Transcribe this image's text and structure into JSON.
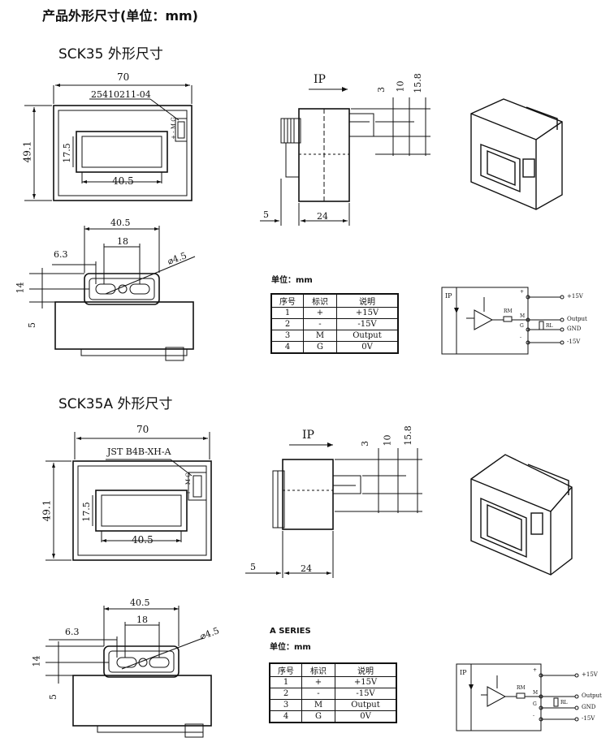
{
  "page_title": "产品外形尺寸(单位：mm)",
  "sections": [
    {
      "title": "SCK35 外形尺寸",
      "front": {
        "width": "70",
        "height": "49.1",
        "part_no": "25410211-04",
        "hole_w": "40.5",
        "hole_h": "17.5",
        "pins": "+ - M G"
      },
      "side": {
        "current": "IP",
        "dim1": "3",
        "dim2": "10",
        "dim3": "15.8",
        "offset": "5",
        "depth": "24"
      },
      "bottom": {
        "w1": "40.5",
        "w2": "18",
        "w3": "6.3",
        "hole": "⌀4.5",
        "h1": "14",
        "h2": "5"
      },
      "unit_label": "单位：mm",
      "series_label": "",
      "table": {
        "headers": [
          "序号",
          "标识",
          "说明"
        ],
        "rows": [
          [
            "1",
            "+",
            "+15V"
          ],
          [
            "2",
            "-",
            "-15V"
          ],
          [
            "3",
            "M",
            "Output"
          ],
          [
            "4",
            "G",
            "0V"
          ]
        ]
      },
      "circuit": {
        "ip": "IP",
        "labels": [
          "+15V",
          "Output",
          "GND",
          "-15V"
        ],
        "rm": "RM",
        "rl": "RL",
        "pins": [
          "+",
          "M",
          "G",
          "-"
        ]
      }
    },
    {
      "title": "SCK35A 外形尺寸",
      "front": {
        "width": "70",
        "height": "49.1",
        "part_no": "JST B4B-XH-A",
        "hole_w": "40.5",
        "hole_h": "17.5",
        "pins": "+ - M G"
      },
      "side": {
        "current": "IP",
        "dim1": "3",
        "dim2": "10",
        "dim3": "15.8",
        "offset": "5",
        "depth": "24"
      },
      "bottom": {
        "w1": "40.5",
        "w2": "18",
        "w3": "6.3",
        "hole": "⌀4.5",
        "h1": "14",
        "h2": "5"
      },
      "unit_label": "单位：mm",
      "series_label": "A SERIES",
      "table": {
        "headers": [
          "序号",
          "标识",
          "说明"
        ],
        "rows": [
          [
            "1",
            "+",
            "+15V"
          ],
          [
            "2",
            "-",
            "-15V"
          ],
          [
            "3",
            "M",
            "Output"
          ],
          [
            "4",
            "G",
            "0V"
          ]
        ]
      },
      "circuit": {
        "ip": "IP",
        "labels": [
          "+15V",
          "Output",
          "GND",
          "-15V"
        ],
        "rm": "RM",
        "rl": "RL",
        "pins": [
          "+",
          "M",
          "G",
          "-"
        ]
      }
    }
  ]
}
